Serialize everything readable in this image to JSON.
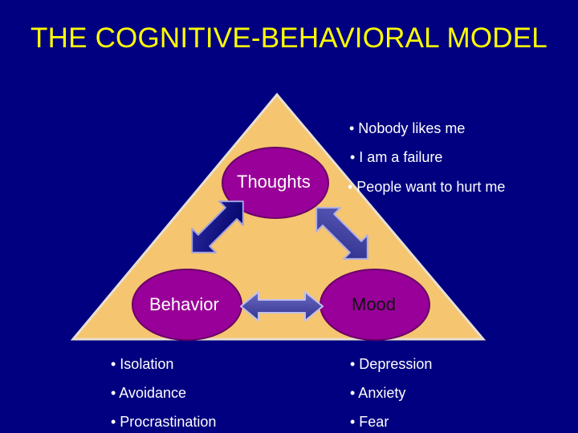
{
  "title": "THE COGNITIVE-BEHAVIORAL MODEL",
  "nodes": {
    "thoughts": "Thoughts",
    "behavior": "Behavior",
    "mood": "Mood"
  },
  "thoughts_examples": [
    "• Nobody likes me",
    "• I am a failure",
    "• People want to hurt me"
  ],
  "behavior_examples": [
    "• Isolation",
    "• Avoidance",
    "• Procrastination"
  ],
  "mood_examples": [
    "• Depression",
    "• Anxiety",
    "• Fear"
  ],
  "colors": {
    "background": "#000080",
    "title": "#ffff00",
    "triangle_fill": "#f5c570",
    "triangle_stroke": "#e8e0d0",
    "node_fill": "#990099",
    "node_stroke": "#6a0066",
    "arrow_dark": "#00007a",
    "arrow_mid": "#3d3d9e",
    "arrow_light": "#4d4db3"
  }
}
